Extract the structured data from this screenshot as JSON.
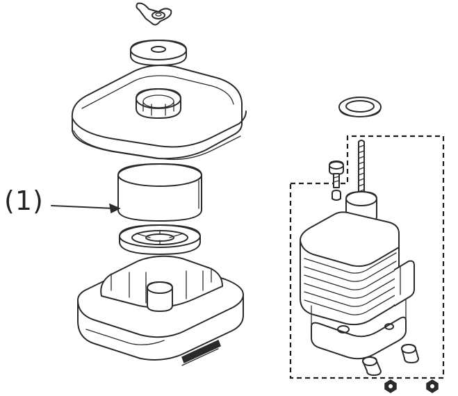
{
  "callouts": [
    {
      "id": "1",
      "label": "(1)"
    }
  ],
  "colors": {
    "line": "#2a2a2a",
    "background": "#ffffff"
  },
  "parts_left": [
    "wing-nut",
    "rubber-washer",
    "air-cleaner-cover",
    "foam-filter-element",
    "filter-grid-plate",
    "air-cleaner-base"
  ],
  "parts_right": [
    "oil-bath-seal-ring",
    "oil-bath-assembly",
    "bolt",
    "stud",
    "spacer-collar",
    "hex-nut"
  ]
}
